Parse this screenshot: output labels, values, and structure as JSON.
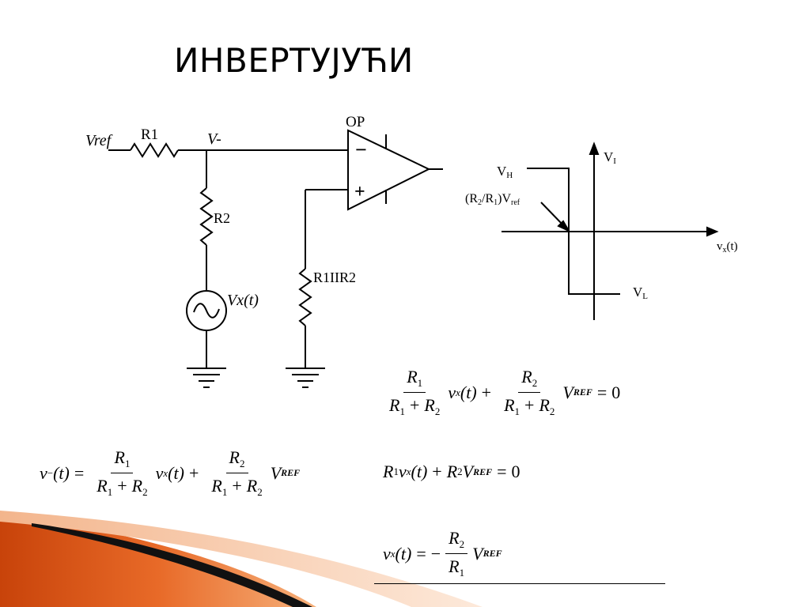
{
  "slide": {
    "title": "ИНВЕРТУЈУЋИ"
  },
  "circuit": {
    "vref_label": "Vref",
    "r1_label": "R1",
    "vminus_label": "V-",
    "op_label": "OP",
    "minus_sign": "−",
    "plus_sign": "+",
    "r2_label": "R2",
    "source_label": "Vx(t)",
    "r1r2_label": "R1IIR2"
  },
  "transfer": {
    "vi": {
      "base": "V",
      "sub": "I"
    },
    "vh": {
      "base": "V",
      "sub": "H"
    },
    "vl": {
      "base": "V",
      "sub": "L"
    },
    "vx": {
      "base": "v",
      "sub": "x",
      "tail": "(t)"
    },
    "threshold": {
      "p1": "(R",
      "s1": "2",
      "p2": "/R",
      "s2": "1",
      "p3": ")V",
      "s3": "ref"
    }
  },
  "equations": {
    "vminus_lhs": "v",
    "vminus_sub": "−",
    "t_arg": "(t)",
    "equals": "=",
    "plus": "+",
    "R": "R",
    "sub1": "1",
    "sub2": "2",
    "vx": "v",
    "x_sub": "x",
    "V": "V",
    "ref_sub": "REF",
    "zero": "0",
    "minus": "−"
  }
}
